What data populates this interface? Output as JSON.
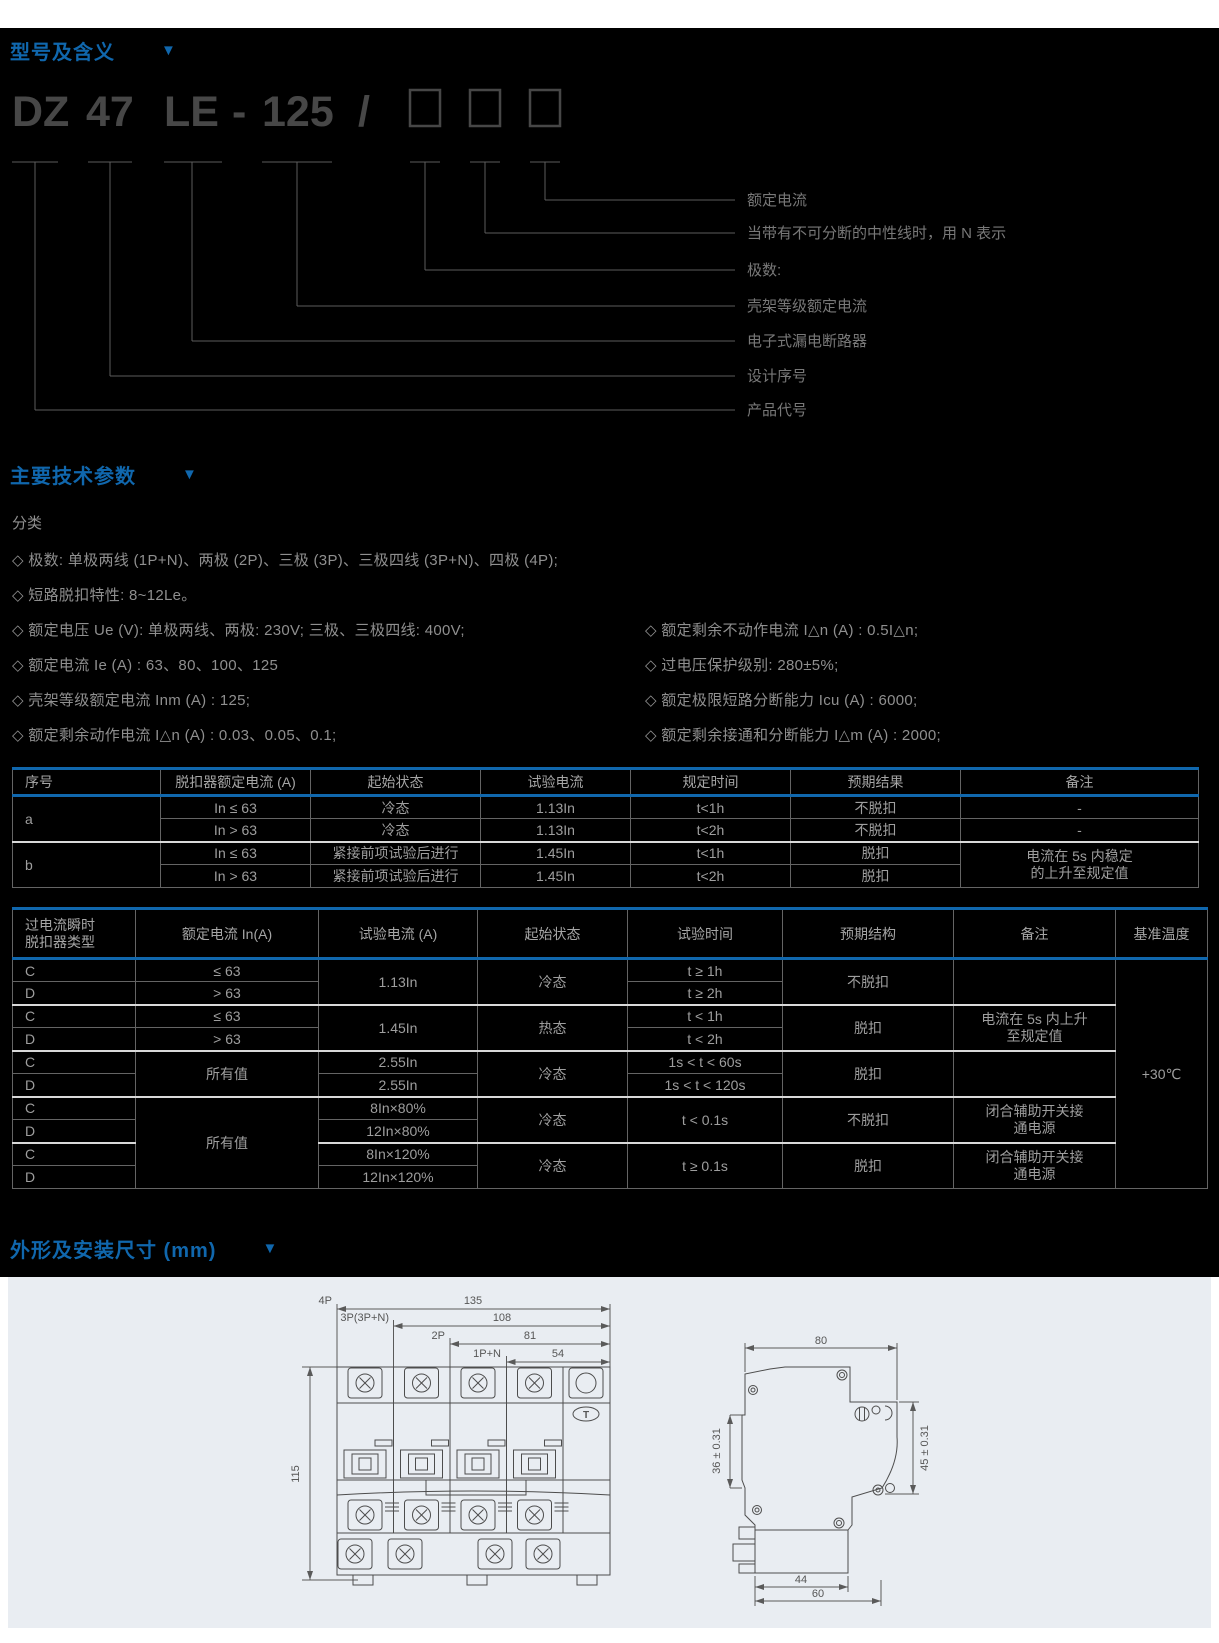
{
  "sections": {
    "model_meaning": "型号及含义",
    "tech_params": "主要技术参数",
    "dimensions": "外形及安装尺寸 (mm)",
    "marker": "▼"
  },
  "model": {
    "parts": [
      "DZ",
      "47",
      "LE",
      "-",
      "125",
      "/"
    ],
    "labels": [
      "额定电流",
      "当带有不可分断的中性线时，用 N 表示",
      "极数:",
      "壳架等级额定电流",
      "电子式漏电断路器",
      "设计序号",
      "产品代号"
    ]
  },
  "params": {
    "subtitle": "分类",
    "left": [
      "◇ 极数: 单极两线 (1P+N)、两极 (2P)、三极 (3P)、三极四线 (3P+N)、四极 (4P);",
      "◇ 短路脱扣特性: 8~12Le。",
      "◇ 额定电压 Ue (V): 单极两线、两极: 230V; 三极、三极四线: 400V;",
      "◇ 额定电流 Ie (A) : 63、80、100、125",
      "◇ 壳架等级额定电流 Inm (A) : 125;",
      "◇ 额定剩余动作电流 I△n (A) : 0.03、0.05、0.1;"
    ],
    "right": [
      "◇ 额定剩余不动作电流 I△n (A) : 0.5I△n;",
      "◇ 过电压保护级别: 280±5%;",
      "◇ 额定极限短路分断能力 Icu (A) : 6000;",
      "◇ 额定剩余接通和分断能力 I△m (A) : 2000;"
    ]
  },
  "table1": {
    "headers": [
      "序号",
      "脱扣器额定电流 (A)",
      "起始状态",
      "试验电流",
      "规定时间",
      "预期结果",
      "备注"
    ],
    "rows": [
      {
        "seq": "a",
        "current": "In ≤ 63",
        "state": "冷态",
        "test": "1.13In",
        "time": "t<1h",
        "result": "不脱扣",
        "note": "-"
      },
      {
        "current": "In > 63",
        "state": "冷态",
        "test": "1.13In",
        "time": "t<2h",
        "result": "不脱扣",
        "note": "-"
      },
      {
        "seq": "b",
        "current": "In ≤ 63",
        "state": "紧接前项试验后进行",
        "test": "1.45In",
        "time": "t<1h",
        "result": "脱扣",
        "note": [
          "电流在 5s 内稳定",
          "的上升至规定值"
        ]
      },
      {
        "current": "In > 63",
        "state": "紧接前项试验后进行",
        "test": "1.45In",
        "time": "t<2h",
        "result": "脱扣"
      }
    ]
  },
  "table2": {
    "header_type": [
      "过电流瞬时",
      "脱扣器类型"
    ],
    "headers": [
      "额定电流 In(A)",
      "试验电流 (A)",
      "起始状态",
      "试验时间",
      "预期结构",
      "备注",
      "基准温度"
    ],
    "temp": "+30℃",
    "rows": [
      {
        "type": "C",
        "current": "≤ 63",
        "test": "1.13In",
        "state": "冷态",
        "time": "t ≥ 1h",
        "result": "不脱扣",
        "note": [
          "",
          ""
        ]
      },
      {
        "type": "D",
        "current": "> 63",
        "time": "t ≥ 2h"
      },
      {
        "type": "C",
        "current": "≤ 63",
        "test": "1.45In",
        "state": "热态",
        "time": "t < 1h",
        "result": "脱扣",
        "note": [
          "电流在 5s 内上升",
          "至规定值"
        ]
      },
      {
        "type": "D",
        "current": "> 63",
        "time": "t < 2h"
      },
      {
        "type": "C",
        "current": "所有值",
        "test": "2.55In",
        "state": "冷态",
        "time": "1s < t < 60s",
        "result": "脱扣",
        "note": [
          "",
          ""
        ]
      },
      {
        "type": "D",
        "test": "2.55In",
        "time": "1s < t < 120s"
      },
      {
        "type": "C",
        "current": "所有值",
        "test": "8In×80%",
        "state": "冷态",
        "time": "t < 0.1s",
        "result": "不脱扣",
        "note": [
          "闭合辅助开关接",
          "通电源"
        ]
      },
      {
        "type": "D",
        "test": "12In×80%"
      },
      {
        "type": "C",
        "test": "8In×120%",
        "state": "冷态",
        "time": "t ≥ 0.1s",
        "result": "脱扣",
        "note": [
          "闭合辅助开关接",
          "通电源"
        ]
      },
      {
        "type": "D",
        "test": "12In×120%"
      }
    ]
  },
  "drawings": {
    "front": {
      "pole_labels": [
        "4P",
        "3P(3P+N)",
        "2P",
        "1P+N"
      ],
      "widths": [
        "135",
        "108",
        "81",
        "54"
      ],
      "height": "115",
      "test_button": "T"
    },
    "side": {
      "width": "80",
      "front_height": "36 ± 0.31",
      "back_height": "45 ± 0.31",
      "base_width": "44",
      "total_depth": "60"
    }
  }
}
